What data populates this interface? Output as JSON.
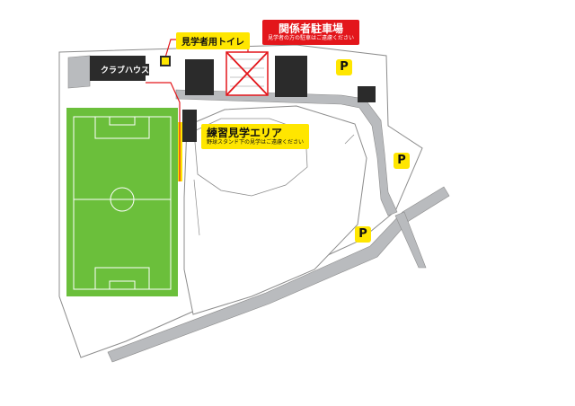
{
  "colors": {
    "field_green": "#6bbf3b",
    "road_gray": "#b9bbbe",
    "building_dark": "#2b2b2b",
    "outline_gray": "#8c8c8c",
    "accent_yellow": "#ffe600",
    "accent_red": "#e3161b"
  },
  "labels": {
    "toilet": "見学者用トイレ",
    "staff_parking_title": "関係者駐車場",
    "staff_parking_note": "見学者の方の駐車はご遠慮ください",
    "clubhouse": "クラブハウス",
    "practice_area_title": "練習見学エリア",
    "practice_area_note": "野球スタンド下の見学はご遠慮ください"
  },
  "parking_marks": [
    "P",
    "P",
    "P"
  ],
  "icons": {
    "toilet": "toilet-icon",
    "parking": "parking-icon",
    "prohibited": "no-parking-cross"
  }
}
